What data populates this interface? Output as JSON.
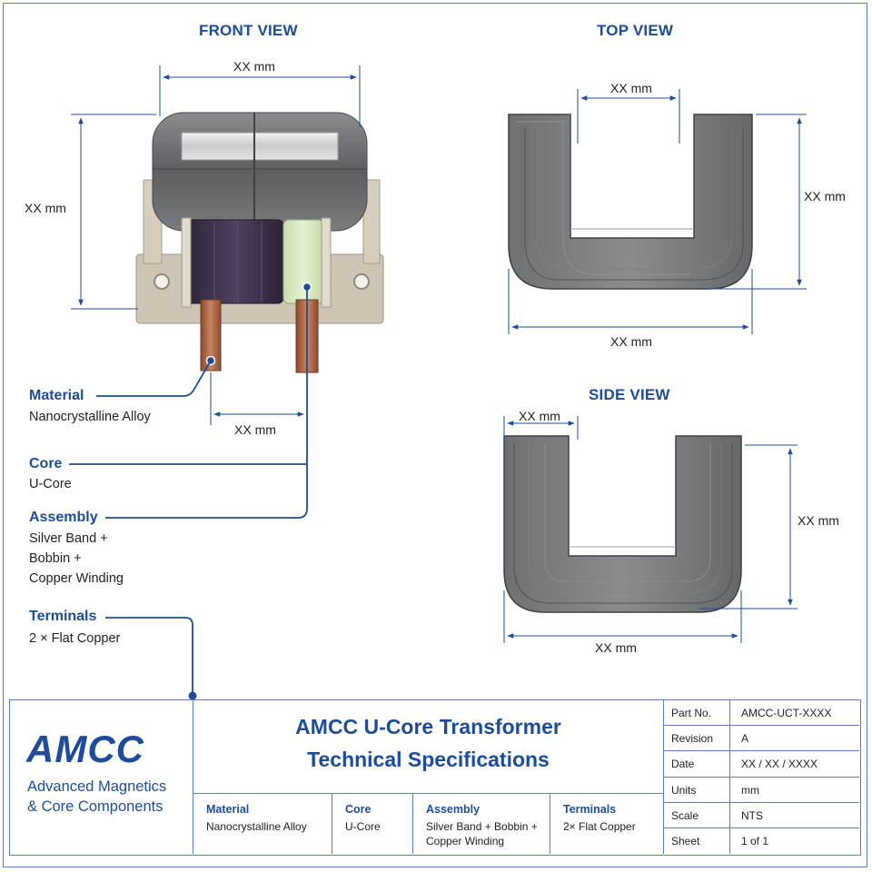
{
  "views": {
    "front": "FRONT VIEW",
    "top": "TOP VIEW",
    "side": "SIDE VIEW"
  },
  "dimensions": {
    "front_width": "XX mm",
    "front_height": "XX mm",
    "front_terminal_gap": "XX mm",
    "top_inner": "XX mm",
    "top_height": "XX mm",
    "top_width": "XX mm",
    "side_leg": "XX mm",
    "side_height": "XX mm",
    "side_width": "XX mm"
  },
  "callouts": [
    {
      "heading": "Material",
      "lines": [
        "Nanocrystalline Alloy"
      ]
    },
    {
      "heading": "Core",
      "lines": [
        "U-Core"
      ]
    },
    {
      "heading": "Assembly",
      "lines": [
        "Silver Band +",
        "Bobbin +",
        "Copper Winding"
      ]
    },
    {
      "heading": "Terminals",
      "lines": [
        "2 × Flat Copper"
      ]
    }
  ],
  "title_block": {
    "logo": "AMCC",
    "logo_sub1": "Advanced Magnetics",
    "logo_sub2": "& Core Components",
    "title_line1": "AMCC U-Core Transformer",
    "title_line2": "Technical Specifications",
    "specs": [
      {
        "heading": "Material",
        "value": "Nanocrystalline Alloy"
      },
      {
        "heading": "Core",
        "value": "U-Core"
      },
      {
        "heading": "Assembly",
        "value": "Silver Band + Bobbin + Copper Winding"
      },
      {
        "heading": "Terminals",
        "value": "2× Flat Copper"
      }
    ],
    "table": [
      {
        "key": "Part No.",
        "value": "AMCC-UCT-XXXX"
      },
      {
        "key": "Revision",
        "value": "A"
      },
      {
        "key": "Date",
        "value": "XX / XX / XXXX"
      },
      {
        "key": "Units",
        "value": "mm"
      },
      {
        "key": "Scale",
        "value": "NTS"
      },
      {
        "key": "Sheet",
        "value": "1 of 1"
      }
    ]
  },
  "colors": {
    "accent": "#1f4c99",
    "core_steel": "#6a6c70",
    "copper": "#b06a45",
    "bobbin": "#d2cbbd",
    "winding": "#3a3045",
    "insulation": "#d7e7b8"
  }
}
